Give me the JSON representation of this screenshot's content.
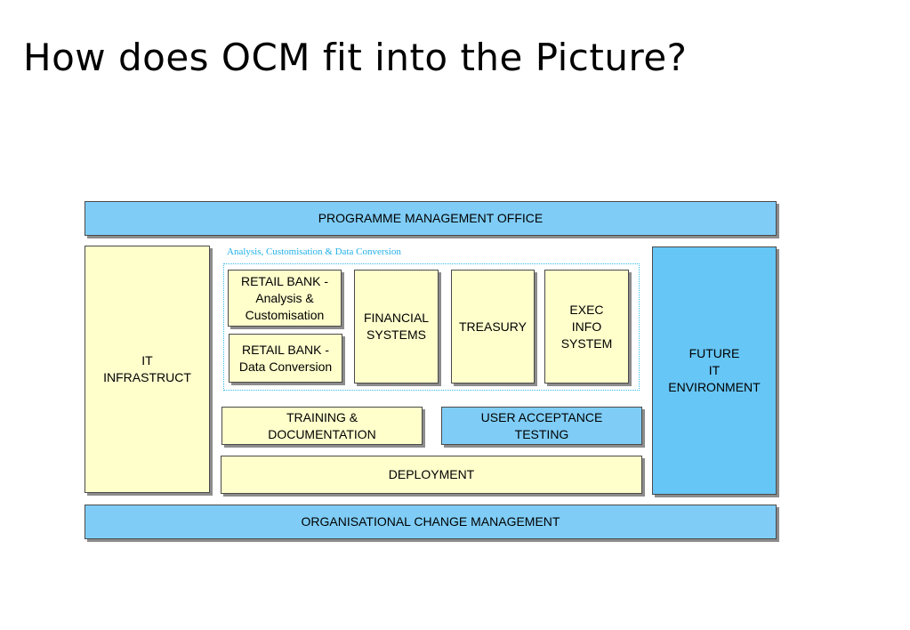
{
  "title": "How does OCM fit into the Picture?",
  "diagram": {
    "pmo": "PROGRAMME MANAGEMENT OFFICE",
    "it_infrastruct": "IT\nINFRASTRUCT",
    "region_label": "Analysis, Customisation & Data Conversion",
    "retail_analysis": "RETAIL BANK -\nAnalysis &\nCustomisation",
    "retail_data": "RETAIL BANK -\nData Conversion",
    "financial": "FINANCIAL\nSYSTEMS",
    "treasury": "TREASURY",
    "exec_info": "EXEC\nINFO\nSYSTEM",
    "training": "TRAINING &\nDOCUMENTATION",
    "uat": "USER ACCEPTANCE\nTESTING",
    "deployment": "DEPLOYMENT",
    "future_it": "FUTURE\nIT\nENVIRONMENT",
    "ocm": "ORGANISATIONAL CHANGE MANAGEMENT"
  },
  "colors": {
    "blue_box": "#7fcdf7",
    "yellow_box": "#ffffcc",
    "region_border": "#33bbee"
  }
}
